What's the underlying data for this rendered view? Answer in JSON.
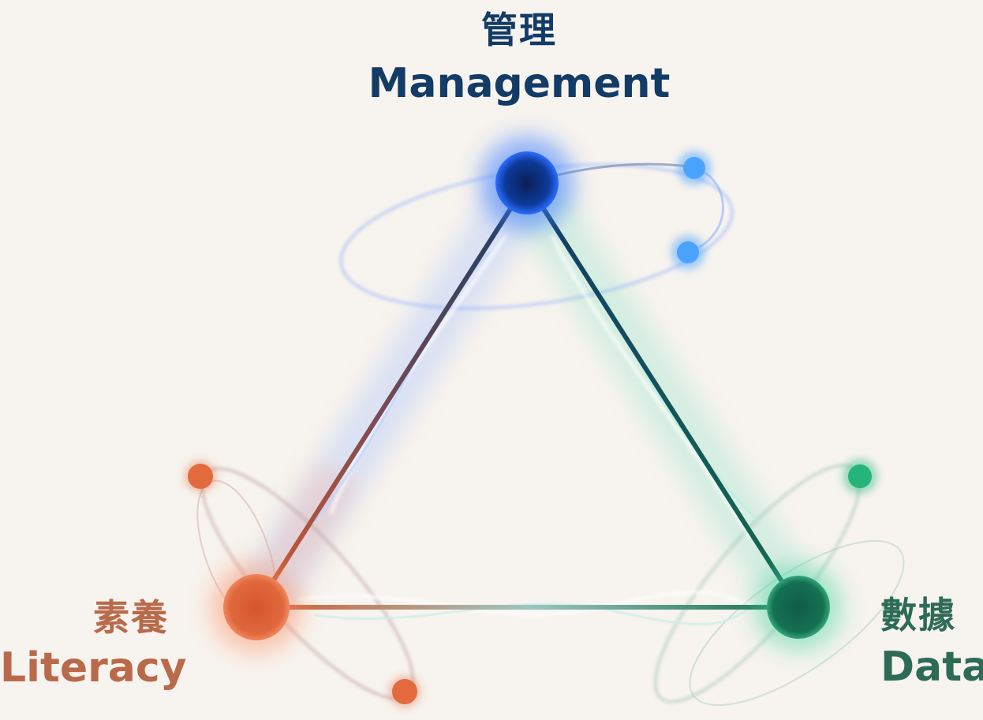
{
  "nodes": {
    "management": {
      "label_zh": "管理",
      "label_en": "Management",
      "color": "#123b66",
      "node_color": "#0a2f82",
      "glow_color": "#3f7dff"
    },
    "literacy": {
      "label_zh": "素養",
      "label_en": "Literacy",
      "color": "#b86a4b",
      "node_color": "#d45a2e",
      "glow_color": "#ff8a5c"
    },
    "data": {
      "label_zh": "數據",
      "label_en": "Data",
      "color": "#2d6b57",
      "node_color": "#146a4e",
      "glow_color": "#3fd59d"
    }
  },
  "palette": {
    "background": "#f7f3ee",
    "satellite_blue": "#4aa3ff",
    "satellite_orange": "#e26a3c",
    "satellite_green": "#25b57a"
  }
}
